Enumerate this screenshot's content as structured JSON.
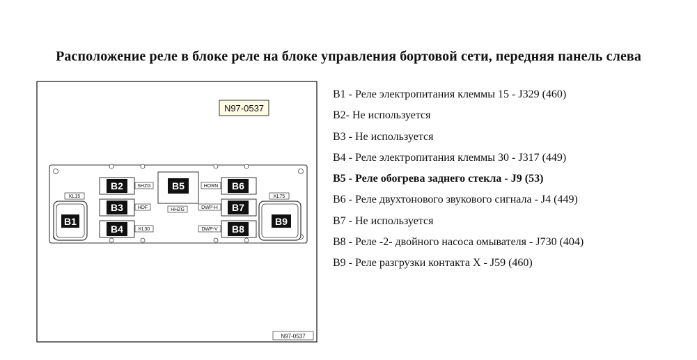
{
  "title": "Расположение реле в блоке реле на блоке управления бортовой сети, передняя панель слева",
  "diagram": {
    "callout": "N97-0537",
    "figure_code": "N97-0537",
    "relays": [
      {
        "id": "B1"
      },
      {
        "id": "B2"
      },
      {
        "id": "B3"
      },
      {
        "id": "B4"
      },
      {
        "id": "B5"
      },
      {
        "id": "B6"
      },
      {
        "id": "B7"
      },
      {
        "id": "B8"
      },
      {
        "id": "B9"
      }
    ],
    "fuse_labels": {
      "kl15": "KL15",
      "kl75": "KL75",
      "shzg": "SHZG",
      "hdf": "HDF",
      "kl30": "KL30",
      "hhzg": "HHZG",
      "horn": "HORN",
      "dwp_h": "DWP-H",
      "dwp_v": "DWP-V"
    }
  },
  "legend": [
    {
      "text": "B1 - Реле электропитания клеммы 15 - J329 (460)",
      "bold": false
    },
    {
      "text": "B2- Не используется",
      "bold": false
    },
    {
      "text": "B3 - Не используется",
      "bold": false
    },
    {
      "text": "B4 - Реле электропитания клеммы 30 - J317 (449)",
      "bold": false
    },
    {
      "text": "B5 - Реле обогрева заднего стекла - J9 (53)",
      "bold": true
    },
    {
      "text": "B6 - Реле двухтонового звукового сигнала - J4 (449)",
      "bold": false
    },
    {
      "text": "B7 - Не используется",
      "bold": false
    },
    {
      "text": "B8 - Реле -2- двойного насоса омывателя - J730 (404)",
      "bold": false
    },
    {
      "text": "B9 - Реле разгрузки контакта Х - J59 (460)",
      "bold": false
    }
  ]
}
